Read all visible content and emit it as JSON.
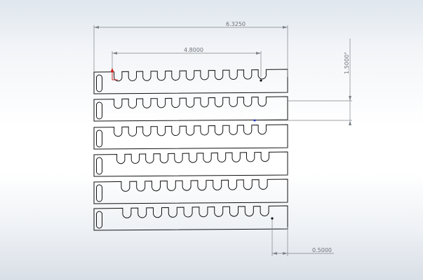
{
  "dimensions": {
    "overall_width": "6.3250",
    "slot_span": "4.8000",
    "strip_pitch": "1.5000\"",
    "end_offset": "0.5000"
  },
  "strips": {
    "count": 6,
    "slots_per_strip": [
      11,
      11,
      11,
      11,
      10,
      10
    ]
  },
  "colors": {
    "outline": "#111111",
    "dimension_line": "#7d838a",
    "dimension_text": "#6c7178",
    "origin_marker": "#cc2222",
    "point_marker": "#2030d0"
  }
}
